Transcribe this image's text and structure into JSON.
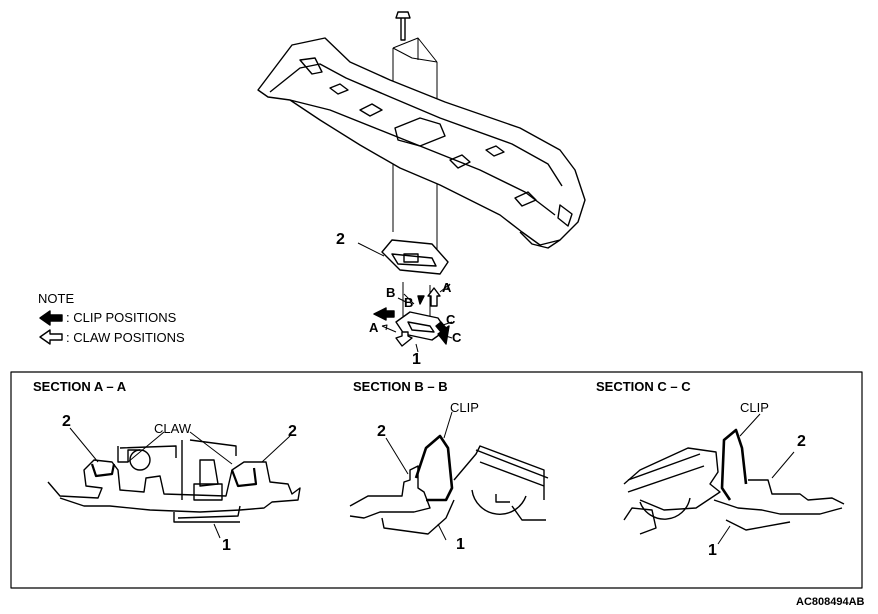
{
  "top": {
    "label_2": "2",
    "label_1": "1",
    "arrow_labels": {
      "a_left": "A",
      "a_right": "A",
      "b_left": "B",
      "b_prime": "B",
      "c_right1": "C",
      "c_right2": "C"
    }
  },
  "note": {
    "title": "NOTE",
    "clip": ": CLIP POSITIONS",
    "claw": ": CLAW POSITIONS"
  },
  "sections": {
    "a": {
      "title": "SECTION A – A",
      "claw": "CLAW",
      "left_num": "2",
      "right_num": "2",
      "bottom_num": "1"
    },
    "b": {
      "title": "SECTION B – B",
      "clip": "CLIP",
      "left_num": "2",
      "bottom_num": "1"
    },
    "c": {
      "title": "SECTION C – C",
      "clip": "CLIP",
      "right_num": "2",
      "bottom_num": "1"
    }
  },
  "figure_code": "AC808494AB",
  "icons": [
    "bolt-icon",
    "clip-arrow-icon",
    "claw-arrow-icon"
  ]
}
